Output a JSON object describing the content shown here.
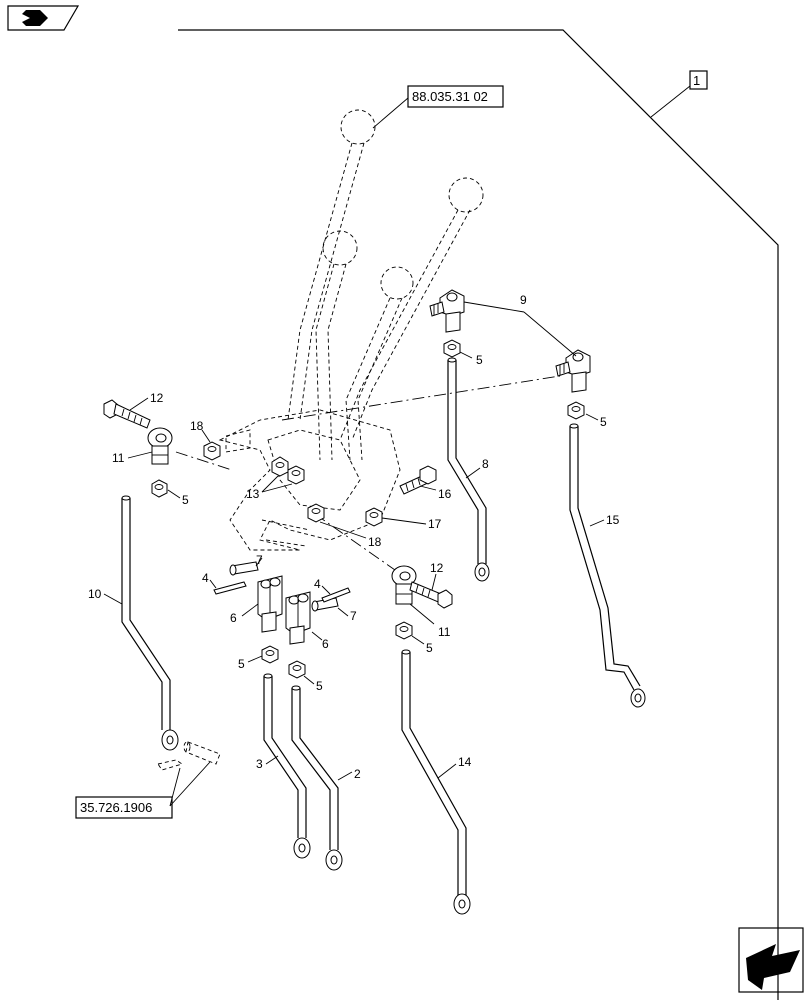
{
  "references": {
    "top": "88.035.31 02",
    "bottom": "35.726.1906",
    "assembly": "1"
  },
  "callouts": {
    "c1": "1",
    "c2": "2",
    "c3": "3",
    "c4a": "4",
    "c4b": "4",
    "c5a": "5",
    "c5b": "5",
    "c5c": "5",
    "c5d": "5",
    "c5e": "5",
    "c5f": "5",
    "c6a": "6",
    "c6b": "6",
    "c7a": "7",
    "c7b": "7",
    "c8": "8",
    "c9": "9",
    "c10": "10",
    "c11a": "11",
    "c11b": "11",
    "c12a": "12",
    "c12b": "12",
    "c13": "13",
    "c14": "14",
    "c15": "15",
    "c16": "16",
    "c17": "17",
    "c18a": "18",
    "c18b": "18"
  },
  "icons": {
    "top_left": "book-icon",
    "bottom_right": "next-page-arrow-icon"
  }
}
